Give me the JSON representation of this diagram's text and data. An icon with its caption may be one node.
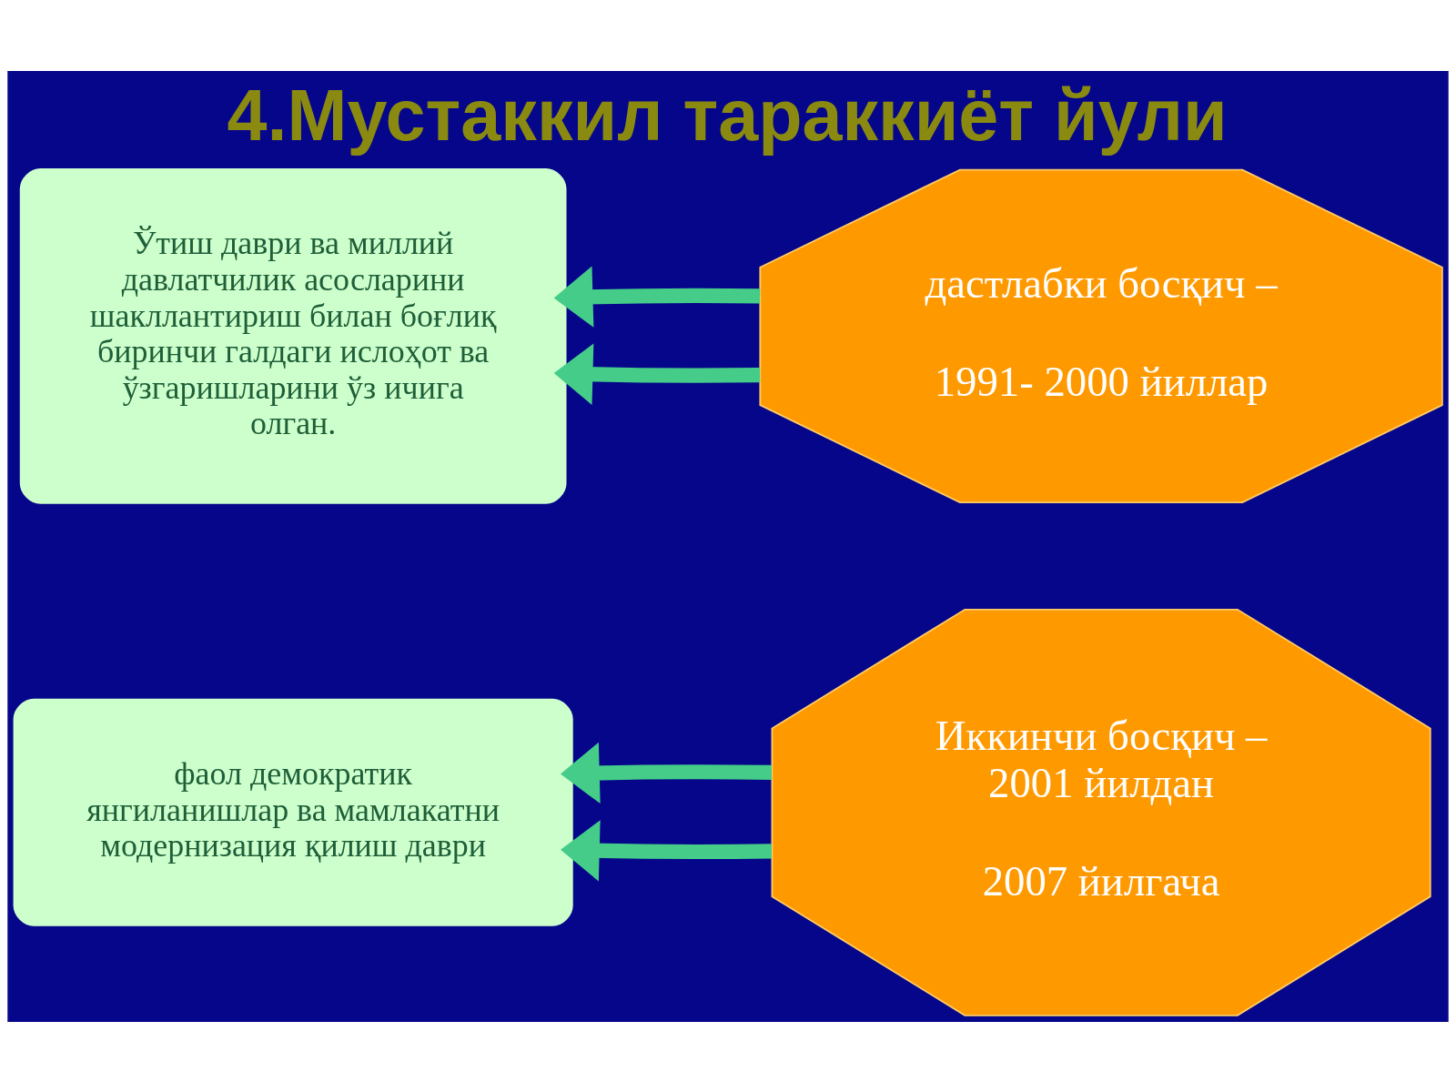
{
  "diagram": {
    "title": "4.Мустаккил тараккиёт йули",
    "nodes": [
      {
        "text": [
          "Ўтиш даври ва миллий давлатчилик асосларини шакллантириш билан боғлиқ биринчи галдаги ислоҳот ва ўзгаришларини ўз ичига олган."
        ]
      },
      {
        "text": [
          "дастлабки босқич –",
          "1991- 2000 йиллар"
        ]
      },
      {
        "text": [
          "фаол демократик янгиланишлар ва мамлакатни модернизация қилиш даври"
        ]
      },
      {
        "text": [
          "Иккинчи босқич – 2001 йилдан",
          "2007 йилгача"
        ]
      }
    ],
    "edges": [
      {
        "from": 1,
        "to": 0,
        "arrow": "to"
      },
      {
        "from": 1,
        "to": 0,
        "arrow": "to"
      },
      {
        "from": 3,
        "to": 2,
        "arrow": "to"
      },
      {
        "from": 3,
        "to": 2,
        "arrow": "to"
      }
    ]
  }
}
